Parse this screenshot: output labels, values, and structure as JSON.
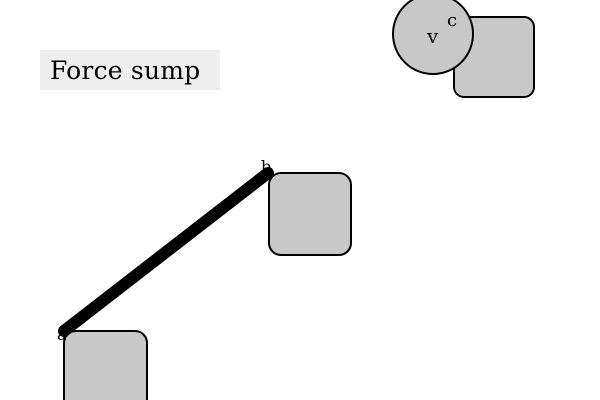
{
  "title": "Force sump",
  "colors": {
    "block_fill": "#c8c8c8",
    "stroke": "#000000",
    "label_bg": "#eeeeee"
  },
  "scene": {
    "ball_label": "v",
    "ball_tag": "c",
    "rope_start_tag": "a",
    "rope_end_tag": "b"
  }
}
